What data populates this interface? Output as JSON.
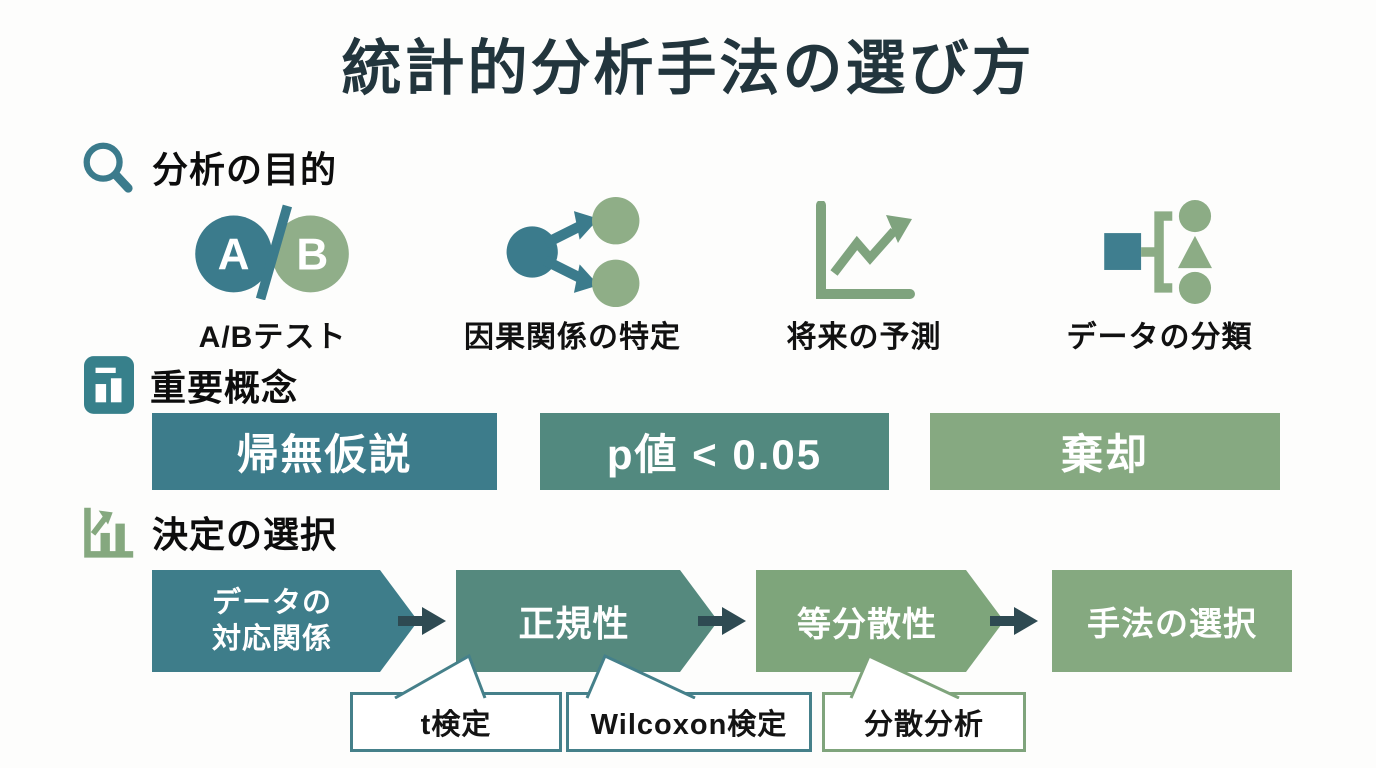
{
  "title": "統計的分析手法の選び方",
  "palette": {
    "teal": "#3b7b8c",
    "teal_green": "#55897e",
    "green": "#85a981",
    "light_green": "#8cac85",
    "dark_arrow": "#2e4a52",
    "title_color": "#22353d"
  },
  "sections": {
    "purpose": {
      "heading": "分析の目的",
      "ab_badge": {
        "a": "A",
        "b": "B"
      },
      "items": [
        {
          "label": "A/Bテスト",
          "icon": "ab-test-icon"
        },
        {
          "label": "因果関係の特定",
          "icon": "fork-arrows-icon"
        },
        {
          "label": "将来の予測",
          "icon": "trend-chart-icon"
        },
        {
          "label": "データの分類",
          "icon": "classification-icon"
        }
      ]
    },
    "concepts": {
      "heading": "重要概念",
      "boxes": [
        {
          "label": "帰無仮説",
          "color": "#3d7c8b"
        },
        {
          "label": "p値 < 0.05",
          "color": "#52897f"
        },
        {
          "label": "棄却",
          "color": "#86a981"
        }
      ]
    },
    "decision": {
      "heading": "決定の選択",
      "arrow_color": "#2e4a52",
      "steps": [
        {
          "label": "データの対応関係",
          "line1": "データの",
          "line2": "対応関係",
          "color": "#3e7d8a",
          "shape": "chevron"
        },
        {
          "label": "正規性",
          "color": "#55897e",
          "shape": "chevron"
        },
        {
          "label": "等分散性",
          "color": "#7ea57b",
          "shape": "chevron"
        },
        {
          "label": "手法の選択",
          "color": "#85a980",
          "shape": "rect"
        }
      ],
      "callouts": [
        {
          "label": "t検定",
          "border": "#45808a",
          "pointer": "right"
        },
        {
          "label": "Wilcoxon検定",
          "border": "#45808a",
          "pointer": "left"
        },
        {
          "label": "分散分析",
          "border": "#7fa47c",
          "pointer": "left"
        }
      ]
    }
  }
}
